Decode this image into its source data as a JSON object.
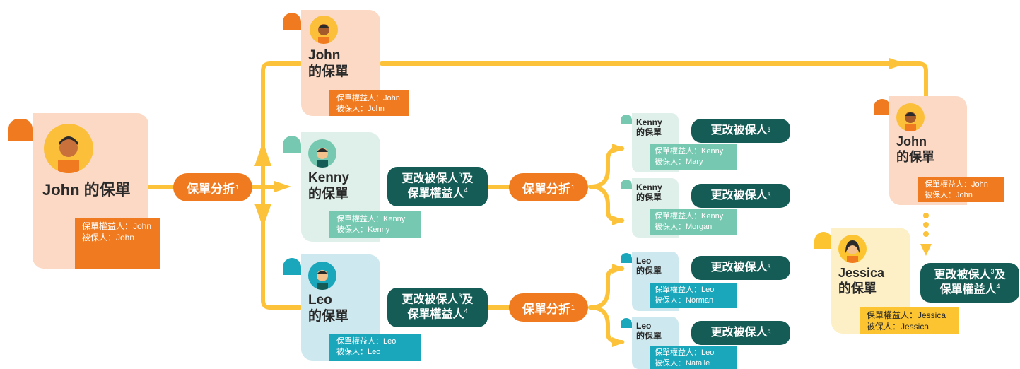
{
  "root": {
    "name": "John 的保單",
    "beneficiary": "保單權益人：John",
    "insured": "被保人：John"
  },
  "split_label": "保單分折",
  "split_sup": "1",
  "branches": {
    "john_top": {
      "name_line1": "John",
      "name_line2": "的保單",
      "beneficiary": "保單權益人：John",
      "insured": "被保人：John"
    },
    "kenny": {
      "name_line1": "Kenny",
      "name_line2": "的保單",
      "beneficiary": "保單權益人：Kenny",
      "insured": "被保人：Kenny",
      "chip_line1": "更改被保人",
      "chip_sup1": "3",
      "chip_and": "及",
      "chip_line2": "保單權益人",
      "chip_sup2": "4"
    },
    "leo": {
      "name_line1": "Leo",
      "name_line2": "的保單",
      "beneficiary": "保單權益人：Leo",
      "insured": "被保人：Leo",
      "chip_line1": "更改被保人",
      "chip_sup1": "3",
      "chip_and": "及",
      "chip_line2": "保單權益人",
      "chip_sup2": "4"
    }
  },
  "sub_policies": [
    {
      "name_line1": "Kenny",
      "name_line2": "的保單",
      "chip": "更改被保人",
      "chip_sup": "3",
      "beneficiary": "保單權益人：Kenny",
      "insured": "被保人：Mary"
    },
    {
      "name_line1": "Kenny",
      "name_line2": "的保單",
      "chip": "更改被保人",
      "chip_sup": "3",
      "beneficiary": "保單權益人：Kenny",
      "insured": "被保人：Morgan"
    },
    {
      "name_line1": "Leo",
      "name_line2": "的保單",
      "chip": "更改被保人",
      "chip_sup": "3",
      "beneficiary": "保單權益人：Leo",
      "insured": "被保人：Norman"
    },
    {
      "name_line1": "Leo",
      "name_line2": "的保單",
      "chip": "更改被保人",
      "chip_sup": "3",
      "beneficiary": "保單權益人：Leo",
      "insured": "被保人：Natalie"
    }
  ],
  "right": {
    "john": {
      "name_line1": "John",
      "name_line2": "的保單",
      "beneficiary": "保單權益人：John",
      "insured": "被保人：John"
    },
    "jessica": {
      "name_line1": "Jessica",
      "name_line2": "的保單",
      "beneficiary": "保單權益人：Jessica",
      "insured": "被保人：Jessica",
      "chip_line1": "更改被保人",
      "chip_sup1": "3",
      "chip_and": "及",
      "chip_line2": "保單權益人",
      "chip_sup2": "4"
    }
  },
  "colors": {
    "orange": "#f07a1f",
    "peach": "#fbd9c4",
    "yellow_line": "#fbc23a",
    "mint": "#dff0ea",
    "mint_label": "#76c9b0",
    "blue": "#cde8ee",
    "blue_label": "#1aa6bb",
    "teal_dark": "#145c55",
    "cream": "#fdf0c6",
    "yellow": "#fcc430"
  }
}
